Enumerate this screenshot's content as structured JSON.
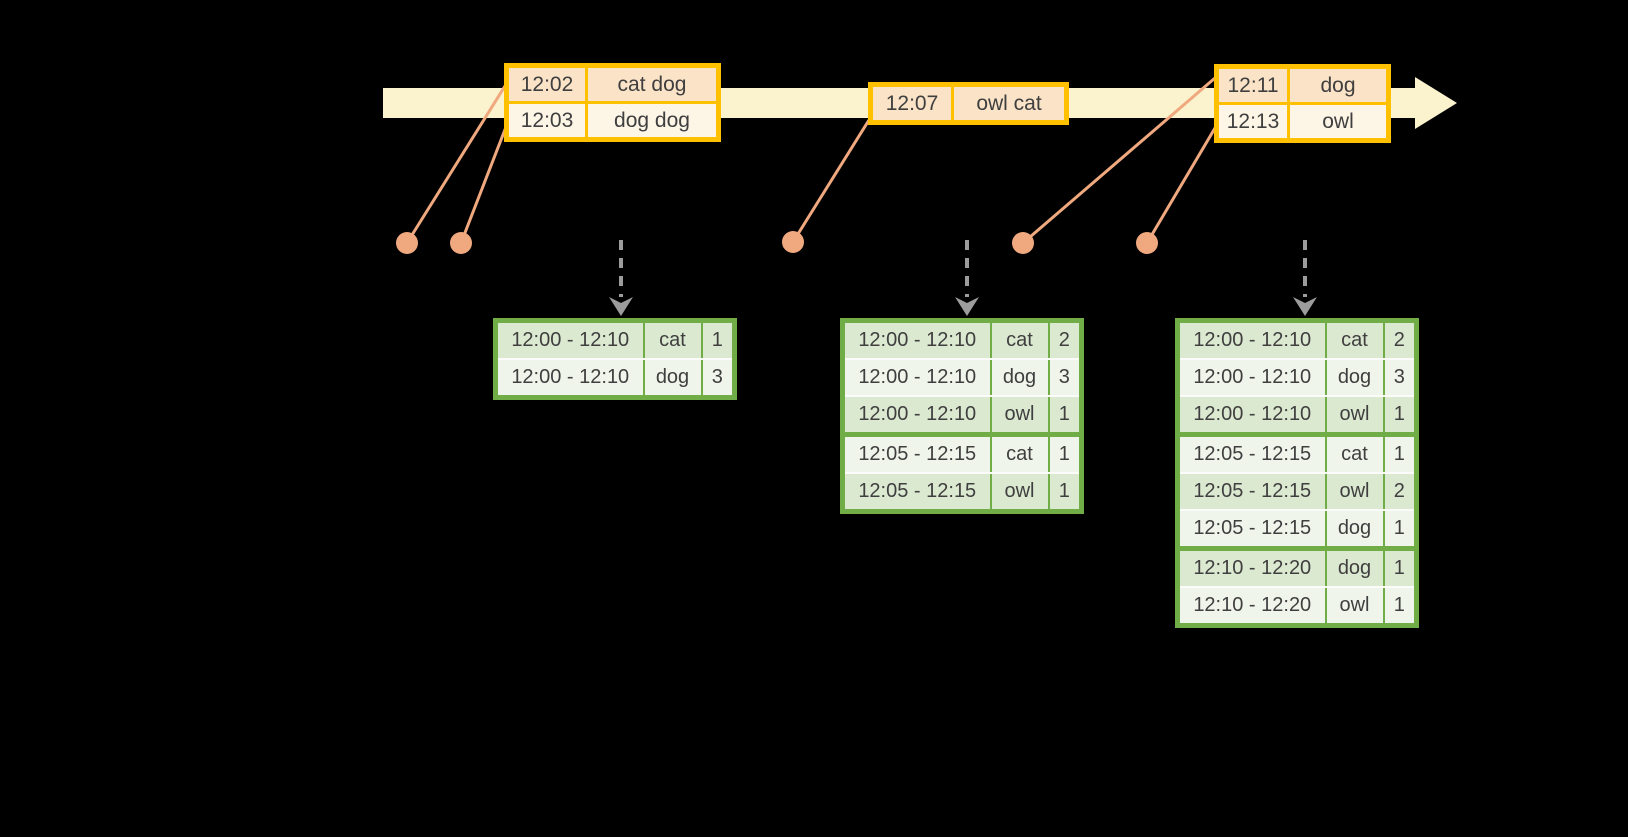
{
  "diagram": {
    "kind": "streaming-windowed-wordcount-timeline",
    "colors": {
      "background": "#000000",
      "timeline_fill": "#FBF2CE",
      "event_table_border": "#FFC000",
      "event_row_peach": "#FAE3C6",
      "event_row_cream": "#FDF5E6",
      "connector_salmon": "#F0A97E",
      "trigger_arrow_gray": "#9C9C9C",
      "result_table_border": "#71AD47",
      "result_row_dark": "#DCE9D1",
      "result_row_light": "#F0F5EB",
      "text": "#3F3F3F"
    }
  },
  "event_tables": [
    {
      "rows": [
        {
          "time": "12:02",
          "words": "cat dog"
        },
        {
          "time": "12:03",
          "words": "dog dog"
        }
      ]
    },
    {
      "rows": [
        {
          "time": "12:07",
          "words": "owl cat"
        }
      ]
    },
    {
      "rows": [
        {
          "time": "12:11",
          "words": "dog"
        },
        {
          "time": "12:13",
          "words": "owl"
        }
      ]
    }
  ],
  "result_tables": [
    {
      "rows": [
        {
          "window": "12:00 - 12:10",
          "word": "cat",
          "count": "1"
        },
        {
          "window": "12:00 - 12:10",
          "word": "dog",
          "count": "3"
        }
      ]
    },
    {
      "rows": [
        {
          "window": "12:00 - 12:10",
          "word": "cat",
          "count": "2"
        },
        {
          "window": "12:00 - 12:10",
          "word": "dog",
          "count": "3"
        },
        {
          "window": "12:00 - 12:10",
          "word": "owl",
          "count": "1"
        },
        {
          "window": "12:05 - 12:15",
          "word": "cat",
          "count": "1",
          "group_start": true
        },
        {
          "window": "12:05 - 12:15",
          "word": "owl",
          "count": "1"
        }
      ]
    },
    {
      "rows": [
        {
          "window": "12:00 - 12:10",
          "word": "cat",
          "count": "2"
        },
        {
          "window": "12:00 - 12:10",
          "word": "dog",
          "count": "3"
        },
        {
          "window": "12:00 - 12:10",
          "word": "owl",
          "count": "1"
        },
        {
          "window": "12:05 - 12:15",
          "word": "cat",
          "count": "1",
          "group_start": true
        },
        {
          "window": "12:05 - 12:15",
          "word": "owl",
          "count": "2"
        },
        {
          "window": "12:05 - 12:15",
          "word": "dog",
          "count": "1"
        },
        {
          "window": "12:10 - 12:20",
          "word": "dog",
          "count": "1",
          "group_start": true
        },
        {
          "window": "12:10 - 12:20",
          "word": "owl",
          "count": "1"
        }
      ]
    }
  ]
}
